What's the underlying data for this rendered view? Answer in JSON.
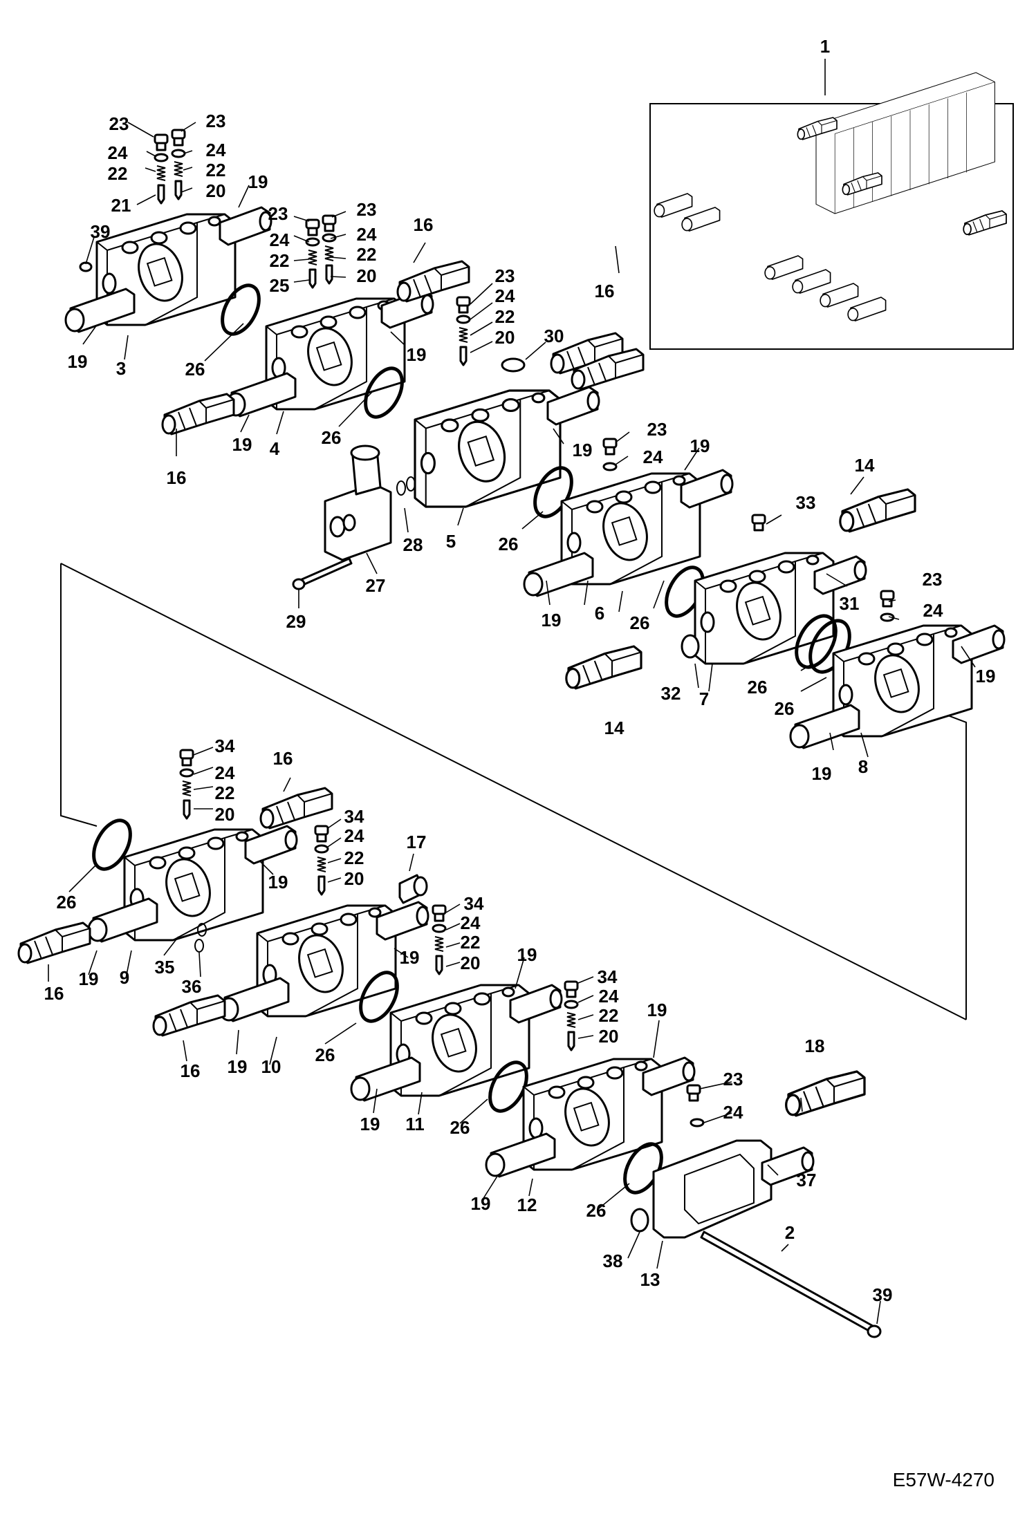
{
  "drawing_code": "E57W-4270",
  "callouts": [
    {
      "label": "1"
    },
    {
      "label": "23"
    },
    {
      "label": "23"
    },
    {
      "label": "24"
    },
    {
      "label": "24"
    },
    {
      "label": "22"
    },
    {
      "label": "22"
    },
    {
      "label": "20"
    },
    {
      "label": "21"
    },
    {
      "label": "19"
    },
    {
      "label": "39"
    },
    {
      "label": "19"
    },
    {
      "label": "3"
    },
    {
      "label": "23"
    },
    {
      "label": "23"
    },
    {
      "label": "24"
    },
    {
      "label": "24"
    },
    {
      "label": "22"
    },
    {
      "label": "22"
    },
    {
      "label": "25"
    },
    {
      "label": "20"
    },
    {
      "label": "16"
    },
    {
      "label": "26"
    },
    {
      "label": "19"
    },
    {
      "label": "16"
    },
    {
      "label": "19"
    },
    {
      "label": "4"
    },
    {
      "label": "23"
    },
    {
      "label": "24"
    },
    {
      "label": "22"
    },
    {
      "label": "20"
    },
    {
      "label": "16"
    },
    {
      "label": "30"
    },
    {
      "label": "26"
    },
    {
      "label": "19"
    },
    {
      "label": "23"
    },
    {
      "label": "24"
    },
    {
      "label": "19"
    },
    {
      "label": "28"
    },
    {
      "label": "5"
    },
    {
      "label": "27"
    },
    {
      "label": "29"
    },
    {
      "label": "26"
    },
    {
      "label": "14"
    },
    {
      "label": "33"
    },
    {
      "label": "19"
    },
    {
      "label": "6"
    },
    {
      "label": "26"
    },
    {
      "label": "31"
    },
    {
      "label": "23"
    },
    {
      "label": "24"
    },
    {
      "label": "19"
    },
    {
      "label": "14"
    },
    {
      "label": "32"
    },
    {
      "label": "7"
    },
    {
      "label": "26"
    },
    {
      "label": "26"
    },
    {
      "label": "19"
    },
    {
      "label": "8"
    },
    {
      "label": "34"
    },
    {
      "label": "16"
    },
    {
      "label": "24"
    },
    {
      "label": "22"
    },
    {
      "label": "20"
    },
    {
      "label": "34"
    },
    {
      "label": "24"
    },
    {
      "label": "22"
    },
    {
      "label": "20"
    },
    {
      "label": "17"
    },
    {
      "label": "26"
    },
    {
      "label": "19"
    },
    {
      "label": "16"
    },
    {
      "label": "19"
    },
    {
      "label": "9"
    },
    {
      "label": "35"
    },
    {
      "label": "36"
    },
    {
      "label": "19"
    },
    {
      "label": "34"
    },
    {
      "label": "24"
    },
    {
      "label": "22"
    },
    {
      "label": "20"
    },
    {
      "label": "19"
    },
    {
      "label": "16"
    },
    {
      "label": "19"
    },
    {
      "label": "10"
    },
    {
      "label": "26"
    },
    {
      "label": "34"
    },
    {
      "label": "24"
    },
    {
      "label": "22"
    },
    {
      "label": "20"
    },
    {
      "label": "19"
    },
    {
      "label": "19"
    },
    {
      "label": "11"
    },
    {
      "label": "26"
    },
    {
      "label": "18"
    },
    {
      "label": "23"
    },
    {
      "label": "24"
    },
    {
      "label": "19"
    },
    {
      "label": "12"
    },
    {
      "label": "26"
    },
    {
      "label": "37"
    },
    {
      "label": "2"
    },
    {
      "label": "38"
    },
    {
      "label": "13"
    },
    {
      "label": "39"
    }
  ]
}
